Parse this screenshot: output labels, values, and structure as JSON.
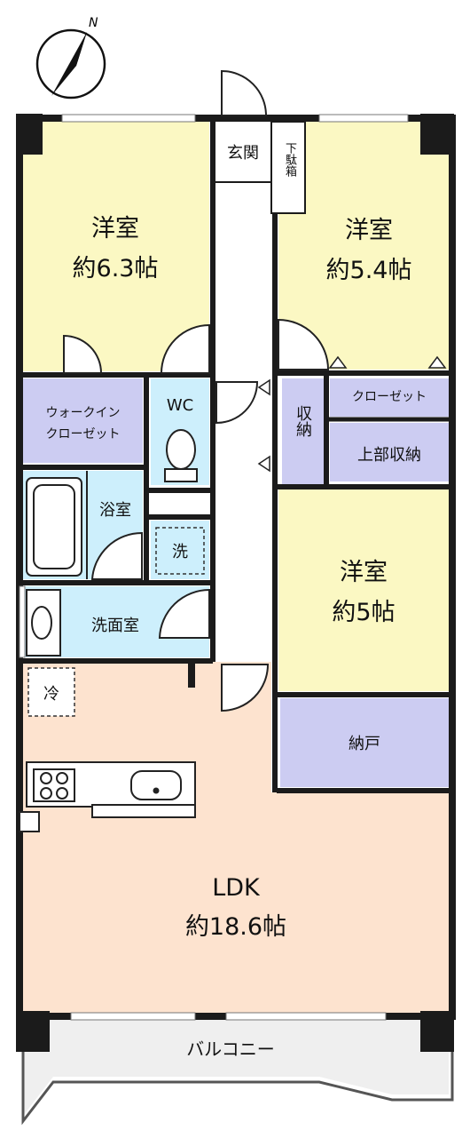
{
  "compass": {
    "north_label": "N"
  },
  "rooms": {
    "western_room_1": {
      "name": "洋室",
      "size": "約6.3帖"
    },
    "western_room_2": {
      "name": "洋室",
      "size": "約5.4帖"
    },
    "western_room_3": {
      "name": "洋室",
      "size": "約5帖"
    },
    "entrance": {
      "name": "玄関"
    },
    "shoe_box": {
      "name": "下駄箱"
    },
    "walk_in_closet": {
      "line1": "ウォークイン",
      "line2": "クローゼット"
    },
    "wc": {
      "name": "WC"
    },
    "storage": {
      "name": "収納"
    },
    "closet": {
      "name": "クローゼット"
    },
    "upper_storage": {
      "name": "上部収納"
    },
    "bathroom": {
      "name": "浴室"
    },
    "washing_machine": {
      "name": "洗"
    },
    "washroom": {
      "name": "洗面室"
    },
    "refrigerator": {
      "name": "冷"
    },
    "nando": {
      "name": "納戸"
    },
    "ldk": {
      "name": "LDK",
      "size": "約18.6帖"
    },
    "balcony": {
      "name": "バルコニー"
    }
  },
  "colors": {
    "western_room": "#fbf8c3",
    "ldk": "#fde3cf",
    "storage": "#ccccf2",
    "water": "#cdeffc",
    "hall": "#ffffff",
    "balcony": "#efefef",
    "wall": "#1b1b1b"
  }
}
